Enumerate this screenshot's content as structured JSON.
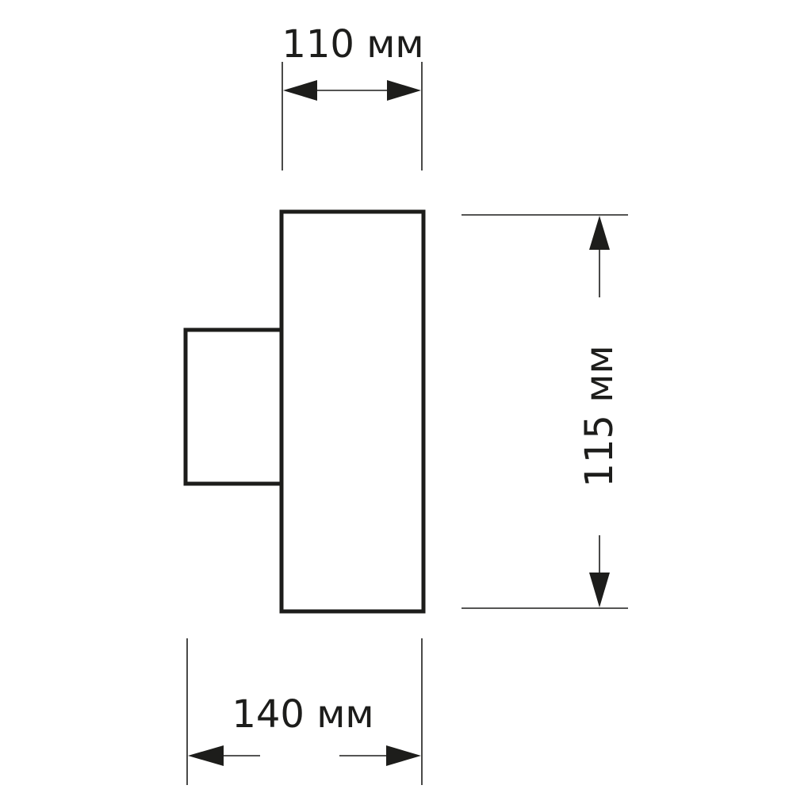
{
  "dimensions": {
    "width_top": {
      "label": "110 мм",
      "value": 110,
      "unit": "мм"
    },
    "height": {
      "label": "115 мм",
      "value": 115,
      "unit": "мм"
    },
    "width_bottom": {
      "label": "140 мм",
      "value": 140,
      "unit": "мм"
    }
  },
  "colors": {
    "line": "#1d1d1b",
    "background": "#ffffff"
  }
}
